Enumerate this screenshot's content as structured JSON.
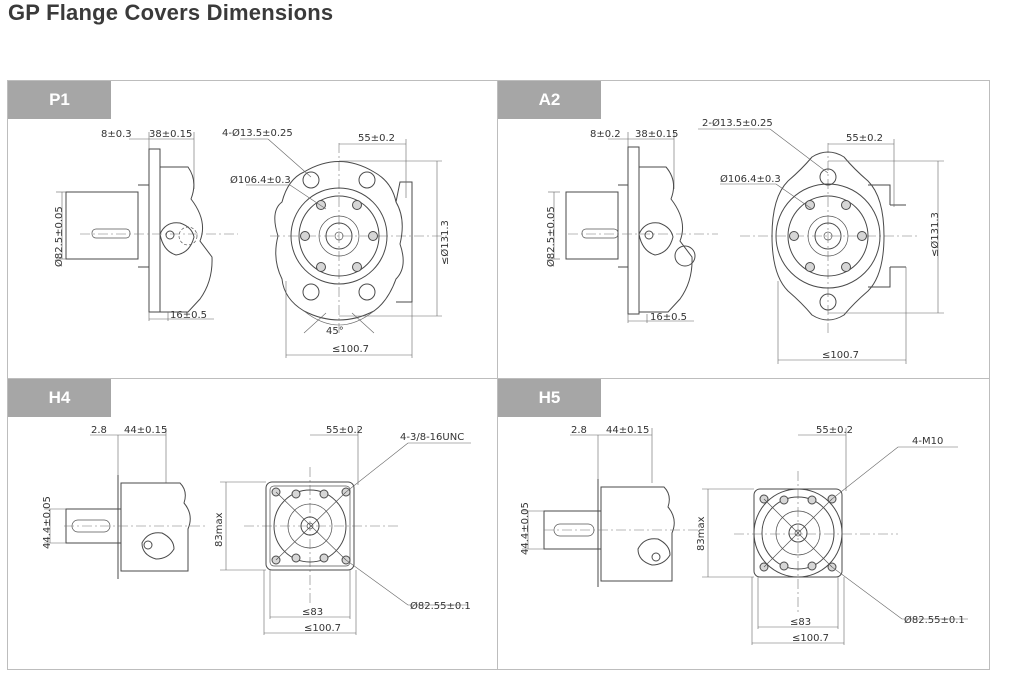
{
  "page": {
    "title": "GP Flange Covers Dimensions"
  },
  "panels": [
    {
      "id": "P1",
      "label": "P1",
      "dims": {
        "top_left": "8±0.3",
        "top_mid": "38±0.15",
        "left_dia": "Ø82.5±0.05",
        "bottom_left": "16±0.5",
        "holes": "4-Ø13.5±0.25",
        "bolt_circle": "Ø106.4±0.3",
        "top_right": "55±0.2",
        "right_dia": "≤Ø131.3",
        "angle": "45°",
        "bottom_width": "≤100.7"
      }
    },
    {
      "id": "A2",
      "label": "A2",
      "dims": {
        "top_left": "8±0.2",
        "top_mid": "38±0.15",
        "left_dia": "Ø82.5±0.05",
        "bottom_left": "16±0.5",
        "holes": "2-Ø13.5±0.25",
        "bolt_circle": "Ø106.4±0.3",
        "top_right": "55±0.2",
        "right_dia": "≤Ø131.3",
        "bottom_width": "≤100.7"
      }
    },
    {
      "id": "H4",
      "label": "H4",
      "dims": {
        "top_left": "2.8",
        "top_mid": "44±0.15",
        "left_dia": "44.4±0.05",
        "top_right": "55±0.2",
        "holes": "4-3/8-16UNC",
        "height": "83max",
        "pilot_dia": "Ø82.55±0.1",
        "inner_width": "≤83",
        "bottom_width": "≤100.7"
      }
    },
    {
      "id": "H5",
      "label": "H5",
      "dims": {
        "top_left": "2.8",
        "top_mid": "44±0.15",
        "left_dia": "44.4±0.05",
        "top_right": "55±0.2",
        "holes": "4-M10",
        "height": "83max",
        "pilot_dia": "Ø82.55±0.1",
        "inner_width": "≤83",
        "bottom_width": "≤100.7"
      }
    }
  ]
}
